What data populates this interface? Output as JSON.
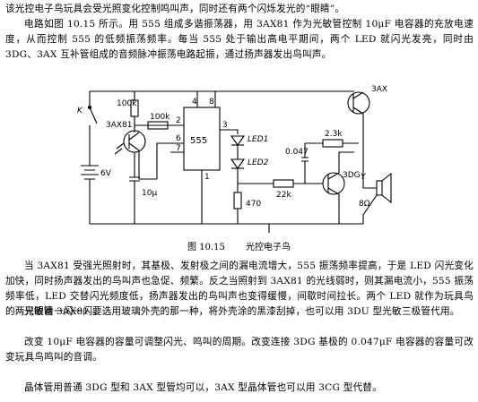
{
  "paragraphs": {
    "p1": "该光控电子鸟玩具会受光照变化控制鸣叫声，同时还有两个闪烁发光的“眼睛”。",
    "p2": "电路如图 10.15 所示。用 555 组成多谐振荡器，用 3AX81 作为光敏管控制 10μF 电容器的充放电速度，从而控制 555 的低频振荡频率。每当 555 处于输出高电平期间，两个 LED 就闪光发亮，同时由 3DG、3AX 互补管组成的音频脉冲振荡电路起振，通过扬声器发出鸟叫声。",
    "p3": "当 3AX81 受强光照射时，其基极、发射极之间的漏电流增大，555 振荡频率提高，于是 LED 闪光变化加快，同时扬声器发出的鸟叫声也急促、频繁。反之当照射到 3AX81 的光线弱时，则其漏电流小，555 振荡频率低，LED 交替闪光频度低，扬声器发出的鸟叫声也变得缓慢，间歇时间拉长。两个 LED 就作为玩具鸟的两只眼睛一闪一闪。",
    "p4": "光敏管 3AX81 要选用玻璃外壳的那一种，将外壳涂的黑漆刮掉，也可以用 3DU 型光敏三极管代用。",
    "p5": "改变 10μF 电容器的容量可调整闪光、鸣叫的周期。改变连接 3DG 基极的 0.047μF 电容器的容量可改变玩具鸟鸣叫的音调。",
    "p6": "晶体管用普通 3DG 型和 3AX 型管均可以，3AX 型晶体管也可以用 3CG 型代替。"
  },
  "circuit": {
    "switch": "K",
    "battery": "6V",
    "r1": "100k",
    "r2": "100k",
    "phototransistor": "3AX81",
    "capacitor": "10μ",
    "ic": "555",
    "pin2": "2",
    "pin4": "4",
    "pin6": "6",
    "pin7": "7",
    "pin8": "8",
    "pin1": "1",
    "pin3": "3",
    "led1": "LED1",
    "led2": "LED2",
    "r_led": "470",
    "cap_base": "0.047",
    "r_base": "22k",
    "r_collector": "2.3k",
    "q1": "3DG",
    "q2": "3AX",
    "speaker": "Y",
    "speaker_ohm": "8Ω"
  },
  "caption": {
    "number": "图 10.15",
    "title": "光控电子鸟"
  }
}
